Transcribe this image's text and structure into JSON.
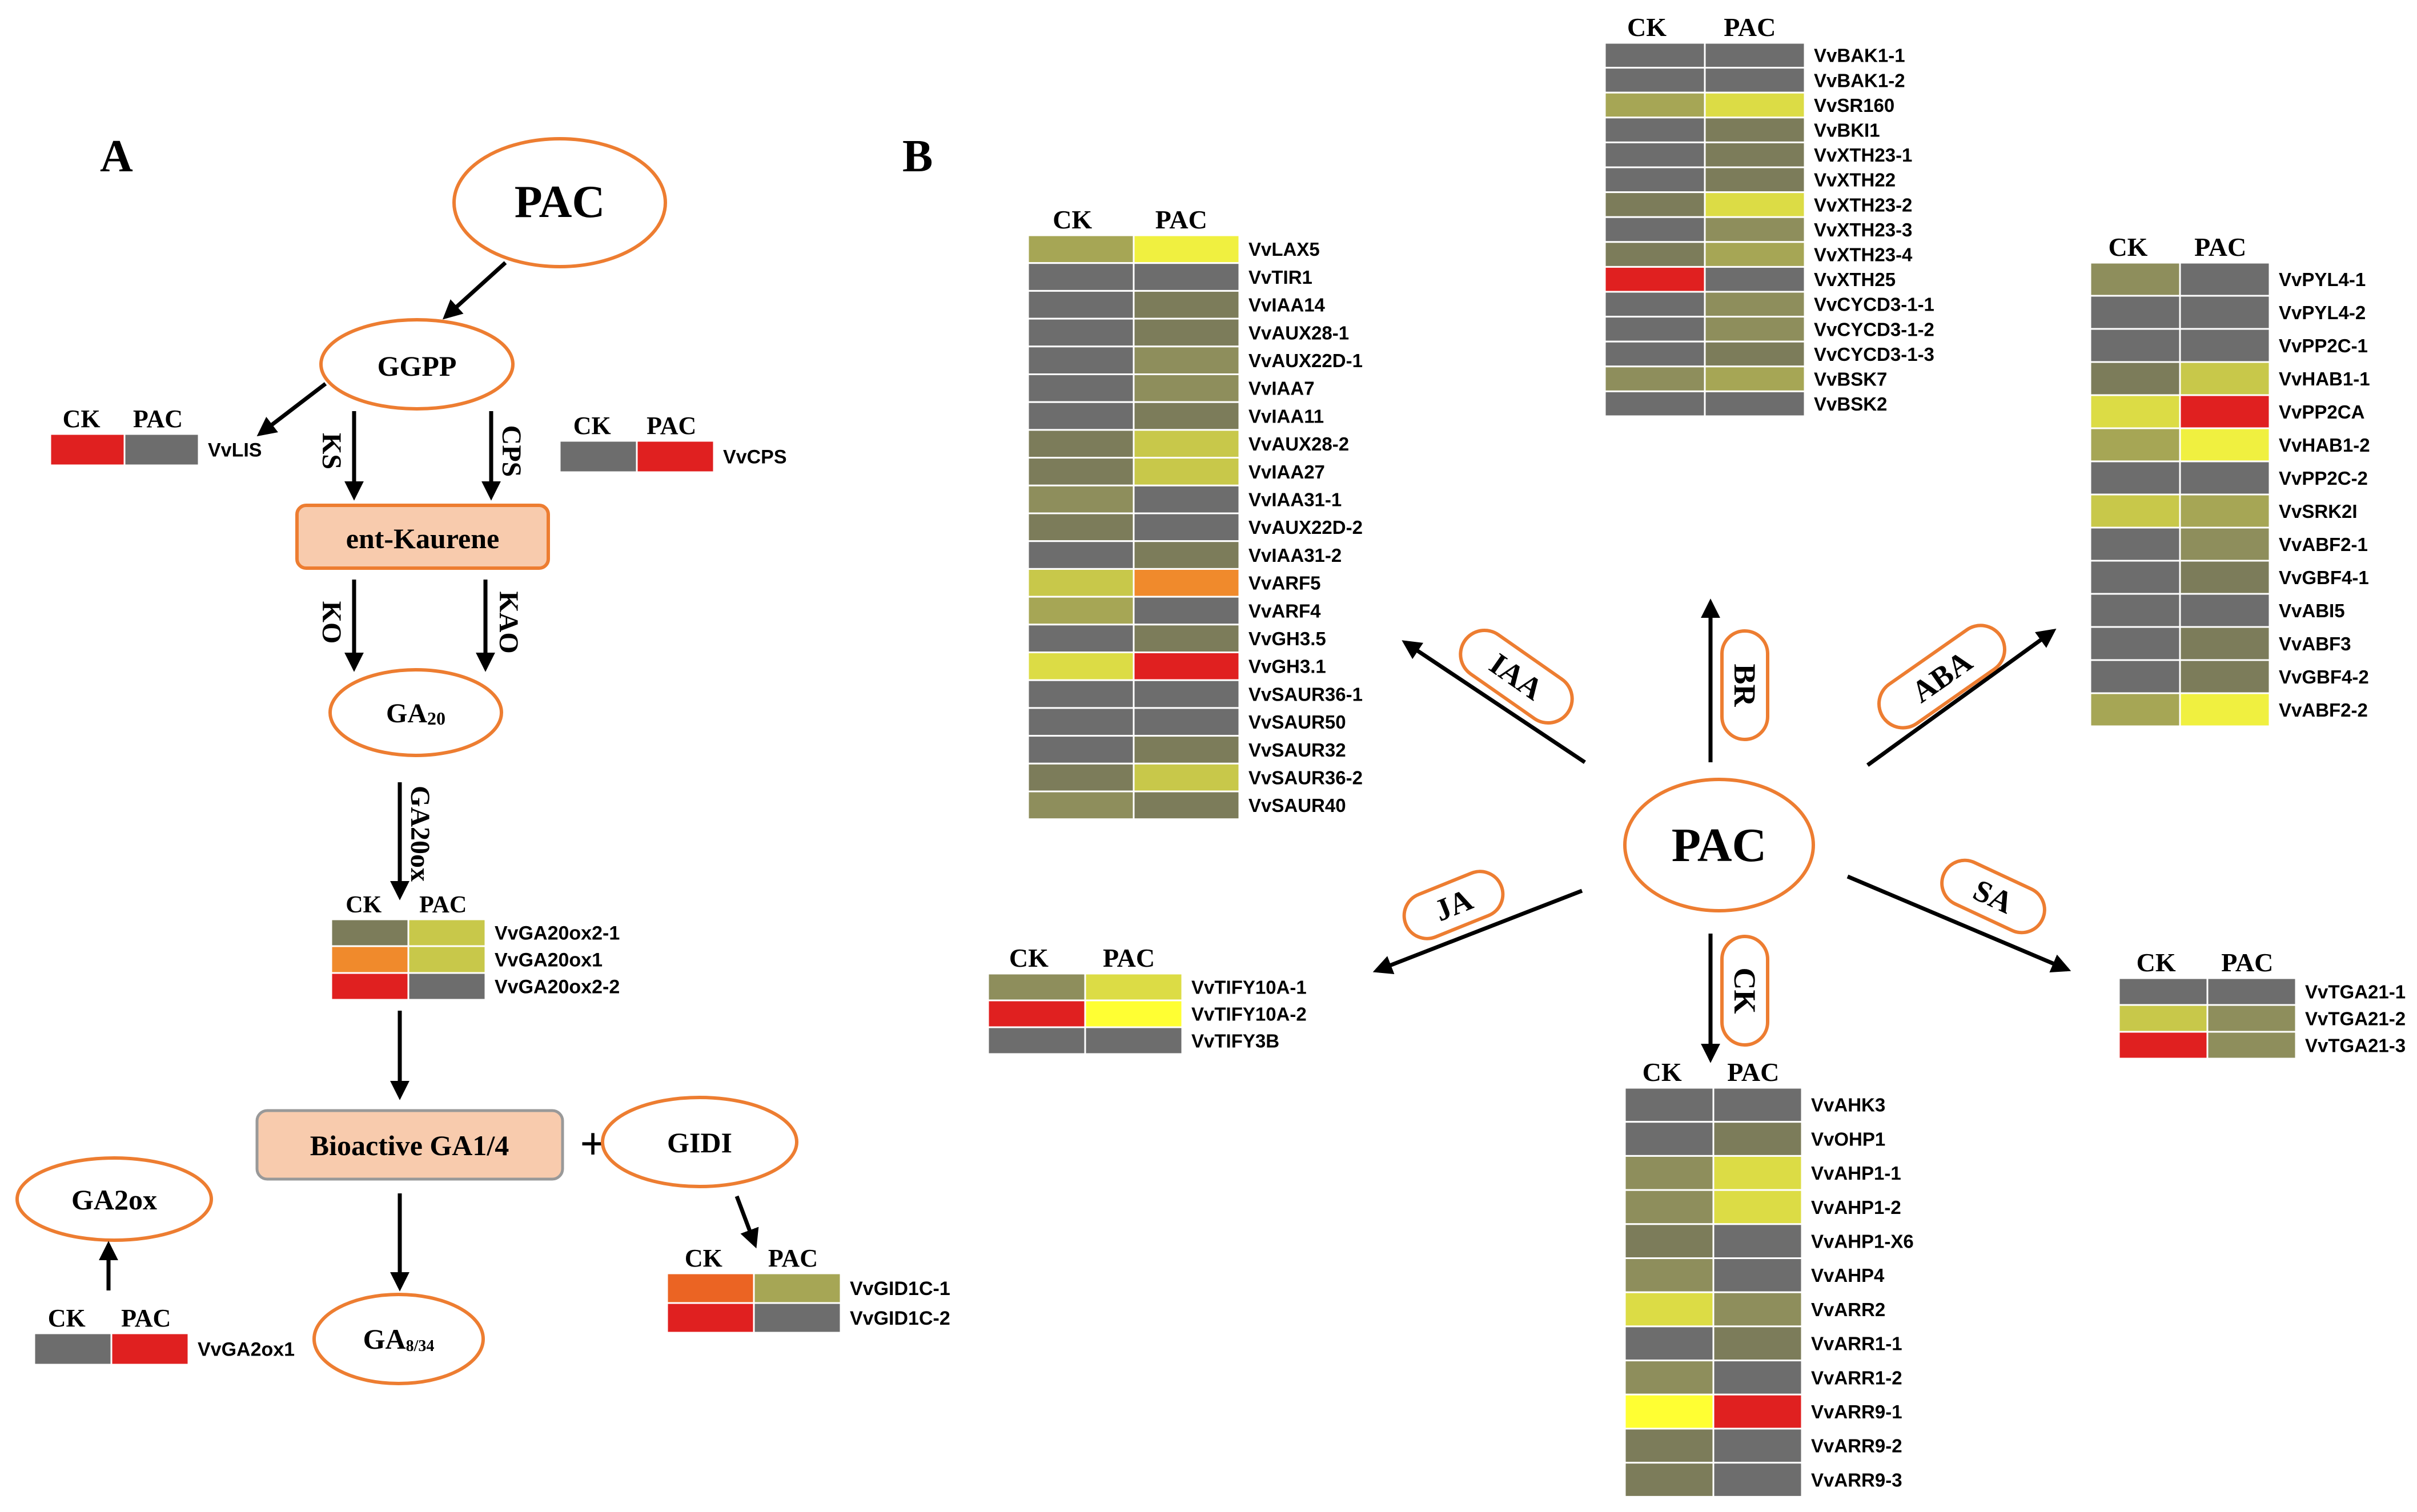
{
  "colors": {
    "ellipse_stroke": "#ED7D31",
    "box_fill": "#F8CBAD",
    "box_stroke_orange": "#ED7D31",
    "box_stroke_gray": "#999999",
    "arrow": "#000000",
    "cell_border": "#ffffff",
    "heat": {
      "gray": "#6D6D6D",
      "olive_dark": "#7C7C5A",
      "olive": "#8E8E5C",
      "olive_light": "#A6A655",
      "yellow_green": "#C8C84A",
      "yellow_dim": "#DCDC45",
      "yellow": "#F0F040",
      "yellow_bright": "#FFFF33",
      "orange": "#F08A2C",
      "orange_red": "#EB6423",
      "red": "#E02020"
    }
  },
  "panel_a": {
    "label": "A",
    "pac": "PAC",
    "ggpp": "GGPP",
    "ent_kaurene": "ent-Kaurene",
    "ga20_main": "GA",
    "ga20_sub": "20",
    "bioactive": "Bioactive GA1/4",
    "plus": "+",
    "gidi": "GIDI",
    "ga2ox": "GA2ox",
    "ga834_main": "GA",
    "ga834_sub": "8/34",
    "enzymes": {
      "ks": "KS",
      "cps": "CPS",
      "ko": "KO",
      "kao": "KAO",
      "ga20ox": "GA20ox"
    }
  },
  "panel_b": {
    "label": "B",
    "pac": "PAC",
    "hormones": {
      "iaa": "IAA",
      "br": "BR",
      "aba": "ABA",
      "ja": "JA",
      "sa": "SA",
      "ck": "CK"
    }
  },
  "heatmaps": {
    "lis": {
      "ck": "CK",
      "pac": "PAC",
      "genes": [
        {
          "name": "VvLIS",
          "ck": "red",
          "pac": "gray"
        }
      ]
    },
    "cps": {
      "ck": "CK",
      "pac": "PAC",
      "genes": [
        {
          "name": "VvCPS",
          "ck": "gray",
          "pac": "red"
        }
      ]
    },
    "ga20ox": {
      "ck": "CK",
      "pac": "PAC",
      "genes": [
        {
          "name": "VvGA20ox2-1",
          "ck": "olive_dark",
          "pac": "yellow_green"
        },
        {
          "name": "VvGA20ox1",
          "ck": "orange",
          "pac": "yellow_green"
        },
        {
          "name": "VvGA20ox2-2",
          "ck": "red",
          "pac": "gray"
        }
      ]
    },
    "gid1": {
      "ck": "CK",
      "pac": "PAC",
      "genes": [
        {
          "name": "VvGID1C-1",
          "ck": "orange_red",
          "pac": "olive_light"
        },
        {
          "name": "VvGID1C-2",
          "ck": "red",
          "pac": "gray"
        }
      ]
    },
    "ga2ox": {
      "ck": "CK",
      "pac": "PAC",
      "genes": [
        {
          "name": "VvGA2ox1",
          "ck": "gray",
          "pac": "red"
        }
      ]
    },
    "iaa": {
      "ck": "CK",
      "pac": "PAC",
      "genes": [
        {
          "name": "VvLAX5",
          "ck": "olive_light",
          "pac": "yellow"
        },
        {
          "name": "VvTIR1",
          "ck": "gray",
          "pac": "gray"
        },
        {
          "name": "VvIAA14",
          "ck": "gray",
          "pac": "olive_dark"
        },
        {
          "name": "VvAUX28-1",
          "ck": "gray",
          "pac": "olive_dark"
        },
        {
          "name": "VvAUX22D-1",
          "ck": "gray",
          "pac": "olive"
        },
        {
          "name": "VvIAA7",
          "ck": "gray",
          "pac": "olive"
        },
        {
          "name": "VvIAA11",
          "ck": "gray",
          "pac": "olive_dark"
        },
        {
          "name": "VvAUX28-2",
          "ck": "olive_dark",
          "pac": "yellow_green"
        },
        {
          "name": "VvIAA27",
          "ck": "olive_dark",
          "pac": "yellow_green"
        },
        {
          "name": "VvIAA31-1",
          "ck": "olive",
          "pac": "gray"
        },
        {
          "name": "VvAUX22D-2",
          "ck": "olive_dark",
          "pac": "gray"
        },
        {
          "name": "VvIAA31-2",
          "ck": "gray",
          "pac": "olive_dark"
        },
        {
          "name": "VvARF5",
          "ck": "yellow_green",
          "pac": "orange"
        },
        {
          "name": "VvARF4",
          "ck": "olive_light",
          "pac": "gray"
        },
        {
          "name": "VvGH3.5",
          "ck": "gray",
          "pac": "olive_dark"
        },
        {
          "name": "VvGH3.1",
          "ck": "yellow_dim",
          "pac": "red"
        },
        {
          "name": "VvSAUR36-1",
          "ck": "gray",
          "pac": "gray"
        },
        {
          "name": "VvSAUR50",
          "ck": "gray",
          "pac": "gray"
        },
        {
          "name": "VvSAUR32",
          "ck": "gray",
          "pac": "olive_dark"
        },
        {
          "name": "VvSAUR36-2",
          "ck": "olive_dark",
          "pac": "yellow_green"
        },
        {
          "name": "VvSAUR40",
          "ck": "olive",
          "pac": "olive_dark"
        }
      ]
    },
    "br": {
      "ck": "CK",
      "pac": "PAC",
      "genes": [
        {
          "name": "VvBAK1-1",
          "ck": "gray",
          "pac": "gray"
        },
        {
          "name": "VvBAK1-2",
          "ck": "gray",
          "pac": "gray"
        },
        {
          "name": "VvSR160",
          "ck": "olive_light",
          "pac": "yellow_dim"
        },
        {
          "name": "VvBKI1",
          "ck": "gray",
          "pac": "olive_dark"
        },
        {
          "name": "VvXTH23-1",
          "ck": "gray",
          "pac": "olive_dark"
        },
        {
          "name": "VvXTH22",
          "ck": "gray",
          "pac": "olive_dark"
        },
        {
          "name": "VvXTH23-2",
          "ck": "olive_dark",
          "pac": "yellow_dim"
        },
        {
          "name": "VvXTH23-3",
          "ck": "gray",
          "pac": "olive"
        },
        {
          "name": "VvXTH23-4",
          "ck": "olive_dark",
          "pac": "olive_light"
        },
        {
          "name": "VvXTH25",
          "ck": "red",
          "pac": "gray"
        },
        {
          "name": "VvCYCD3-1-1",
          "ck": "gray",
          "pac": "olive"
        },
        {
          "name": "VvCYCD3-1-2",
          "ck": "gray",
          "pac": "olive"
        },
        {
          "name": "VvCYCD3-1-3",
          "ck": "gray",
          "pac": "olive_dark"
        },
        {
          "name": "VvBSK7",
          "ck": "olive",
          "pac": "olive_light"
        },
        {
          "name": "VvBSK2",
          "ck": "gray",
          "pac": "gray"
        }
      ]
    },
    "aba": {
      "ck": "CK",
      "pac": "PAC",
      "genes": [
        {
          "name": "VvPYL4-1",
          "ck": "olive",
          "pac": "gray"
        },
        {
          "name": "VvPYL4-2",
          "ck": "gray",
          "pac": "gray"
        },
        {
          "name": "VvPP2C-1",
          "ck": "gray",
          "pac": "gray"
        },
        {
          "name": "VvHAB1-1",
          "ck": "olive_dark",
          "pac": "yellow_green"
        },
        {
          "name": "VvPP2CA",
          "ck": "yellow_dim",
          "pac": "red"
        },
        {
          "name": "VvHAB1-2",
          "ck": "olive_light",
          "pac": "yellow"
        },
        {
          "name": "VvPP2C-2",
          "ck": "gray",
          "pac": "gray"
        },
        {
          "name": "VvSRK2I",
          "ck": "yellow_green",
          "pac": "olive_light"
        },
        {
          "name": "VvABF2-1",
          "ck": "gray",
          "pac": "olive"
        },
        {
          "name": "VvGBF4-1",
          "ck": "gray",
          "pac": "olive_dark"
        },
        {
          "name": "VvABI5",
          "ck": "gray",
          "pac": "gray"
        },
        {
          "name": "VvABF3",
          "ck": "gray",
          "pac": "olive_dark"
        },
        {
          "name": "VvGBF4-2",
          "ck": "gray",
          "pac": "olive_dark"
        },
        {
          "name": "VvABF2-2",
          "ck": "olive_light",
          "pac": "yellow"
        }
      ]
    },
    "ja": {
      "ck": "CK",
      "pac": "PAC",
      "genes": [
        {
          "name": "VvTIFY10A-1",
          "ck": "olive",
          "pac": "yellow_dim"
        },
        {
          "name": "VvTIFY10A-2",
          "ck": "red",
          "pac": "yellow_bright"
        },
        {
          "name": "VvTIFY3B",
          "ck": "gray",
          "pac": "gray"
        }
      ]
    },
    "sa": {
      "ck": "CK",
      "pac": "PAC",
      "genes": [
        {
          "name": "VvTGA21-1",
          "ck": "gray",
          "pac": "gray"
        },
        {
          "name": "VvTGA21-2",
          "ck": "yellow_green",
          "pac": "olive"
        },
        {
          "name": "VvTGA21-3",
          "ck": "red",
          "pac": "olive"
        }
      ]
    },
    "ck": {
      "ck": "CK",
      "pac": "PAC",
      "genes": [
        {
          "name": "VvAHK3",
          "ck": "gray",
          "pac": "gray"
        },
        {
          "name": "VvOHP1",
          "ck": "gray",
          "pac": "olive_dark"
        },
        {
          "name": "VvAHP1-1",
          "ck": "olive",
          "pac": "yellow_dim"
        },
        {
          "name": "VvAHP1-2",
          "ck": "olive",
          "pac": "yellow_dim"
        },
        {
          "name": "VvAHP1-X6",
          "ck": "olive_dark",
          "pac": "gray"
        },
        {
          "name": "VvAHP4",
          "ck": "olive",
          "pac": "gray"
        },
        {
          "name": "VvARR2",
          "ck": "yellow_dim",
          "pac": "olive"
        },
        {
          "name": "VvARR1-1",
          "ck": "gray",
          "pac": "olive_dark"
        },
        {
          "name": "VvARR1-2",
          "ck": "olive",
          "pac": "gray"
        },
        {
          "name": "VvARR9-1",
          "ck": "yellow_bright",
          "pac": "red"
        },
        {
          "name": "VvARR9-2",
          "ck": "olive_dark",
          "pac": "gray"
        },
        {
          "name": "VvARR9-3",
          "ck": "olive_dark",
          "pac": "gray"
        }
      ]
    }
  }
}
